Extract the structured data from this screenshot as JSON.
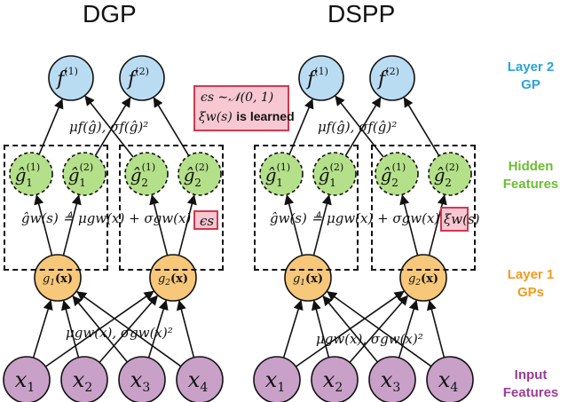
{
  "titles": {
    "left": "DGP",
    "right": "DSPP"
  },
  "side_labels": {
    "layer2": [
      "Layer 2",
      "GP"
    ],
    "hidden": [
      "Hidden",
      "Features"
    ],
    "layer1": [
      "Layer 1",
      "GPs"
    ],
    "input": [
      "Input",
      "Features"
    ]
  },
  "colors": {
    "layer2": "#b9dcf2",
    "layer2_text": "#29a3dc",
    "hidden": "#b4e08a",
    "hidden_text": "#6cbd35",
    "layer1": "#f7c77a",
    "layer1_text": "#f29a1f",
    "input": "#c8a0c8",
    "input_text": "#9b3d94",
    "annot_fill": "#f7c8d2",
    "annot_border": "#d2384f"
  },
  "annotation": {
    "line1": "ϵs ∼𝒩(0, 1)",
    "line2_math": "ξw(s)",
    "line2_text": "is learned"
  },
  "nodes": {
    "f1": "f(1)",
    "f2": "f(2)",
    "g11": "ĝ1(1)",
    "g12": "ĝ1(2)",
    "g21": "ĝ2(1)",
    "g22": "ĝ2(2)",
    "gp1": "g1(x)",
    "gp2": "g2(x)",
    "x1": "x1",
    "x2": "x2",
    "x3": "x3",
    "x4": "x4"
  },
  "equations": {
    "top": "μf(ĝ), σf(ĝ)²",
    "mid_dgp": "ĝw(s) ≜ μgw(x) + σgw(x)",
    "mid_dgp_box": "ϵs",
    "mid_dspp": "ĝw(s) ≜ μgw(x) + σgw(x)",
    "mid_dspp_box": "ξw(s)",
    "bottom": "μgw(x), σgw(x)²"
  }
}
